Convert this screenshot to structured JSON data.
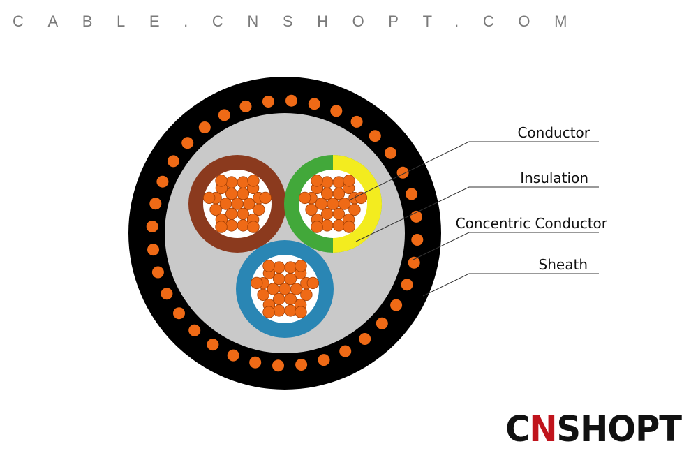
{
  "header": {
    "site_url": "CABLE.CNSHOPT.COM"
  },
  "brand": {
    "prefix": "C",
    "accent": "N",
    "suffix": "SHOPT",
    "accent_color": "#c0141c"
  },
  "labels": {
    "conductor": "Conductor",
    "insulation": "Insulation",
    "concentric": "Concentric Conductor",
    "sheath": "Sheath"
  },
  "colors": {
    "sheath": "#000000",
    "filler": "#c9c9c9",
    "copper": "#ef6a16",
    "copper_edge": "#a23f05",
    "core_brown": "#8b3a1e",
    "core_blue": "#2a86b4",
    "core_green": "#42a83a",
    "core_yellow": "#f3ec1f"
  }
}
